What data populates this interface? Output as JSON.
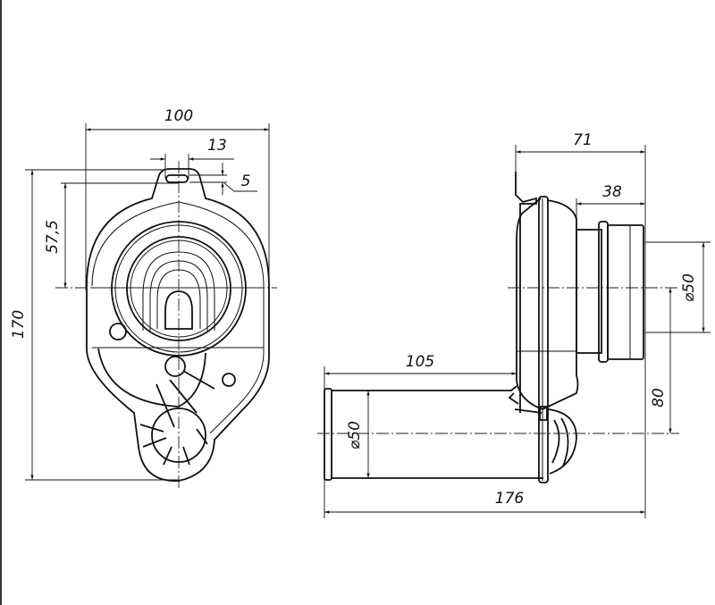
{
  "front_view": {
    "width_dim": "100",
    "slot_width_dim": "13",
    "slot_height_dim": "5",
    "height_dim": "170",
    "center_offset_dim": "57,5"
  },
  "side_view": {
    "depth_dim": "71",
    "outlet_length_dim": "38",
    "outlet_diameter_dim": "⌀50",
    "center_distance_dim": "80",
    "inlet_length_dim": "105",
    "inlet_diameter_dim": "⌀50",
    "total_length_dim": "176"
  }
}
